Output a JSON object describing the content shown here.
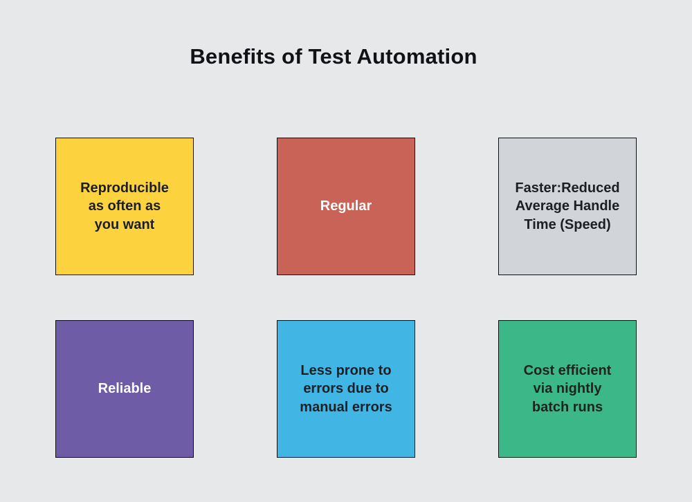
{
  "page": {
    "background": "#E6E8EA"
  },
  "header": {
    "title": "Benefits of Test Automation",
    "color": "#111215"
  },
  "boxes": [
    {
      "id": "reproducible",
      "label": "Reproducible\nas often as\nyou want",
      "bg": "#FCD33F",
      "text_color": "#1C1E22"
    },
    {
      "id": "regular",
      "label": "Regular",
      "bg": "#C96257",
      "text_color": "#FDFDFD"
    },
    {
      "id": "faster",
      "label": "Faster:Reduced\nAverage Handle\nTime (Speed)",
      "bg": "#D1D5D9",
      "text_color": "#1C1E22"
    },
    {
      "id": "reliable",
      "label": "Reliable",
      "bg": "#6E5CA6",
      "text_color": "#FDFDFD"
    },
    {
      "id": "less-errors",
      "label": "Less prone to\nerrors due to\nmanual errors",
      "bg": "#41B5E4",
      "text_color": "#1C2127"
    },
    {
      "id": "cost-efficient",
      "label": "Cost efficient\nvia nightly\nbatch runs",
      "bg": "#3CB787",
      "text_color": "#1C2420"
    }
  ]
}
